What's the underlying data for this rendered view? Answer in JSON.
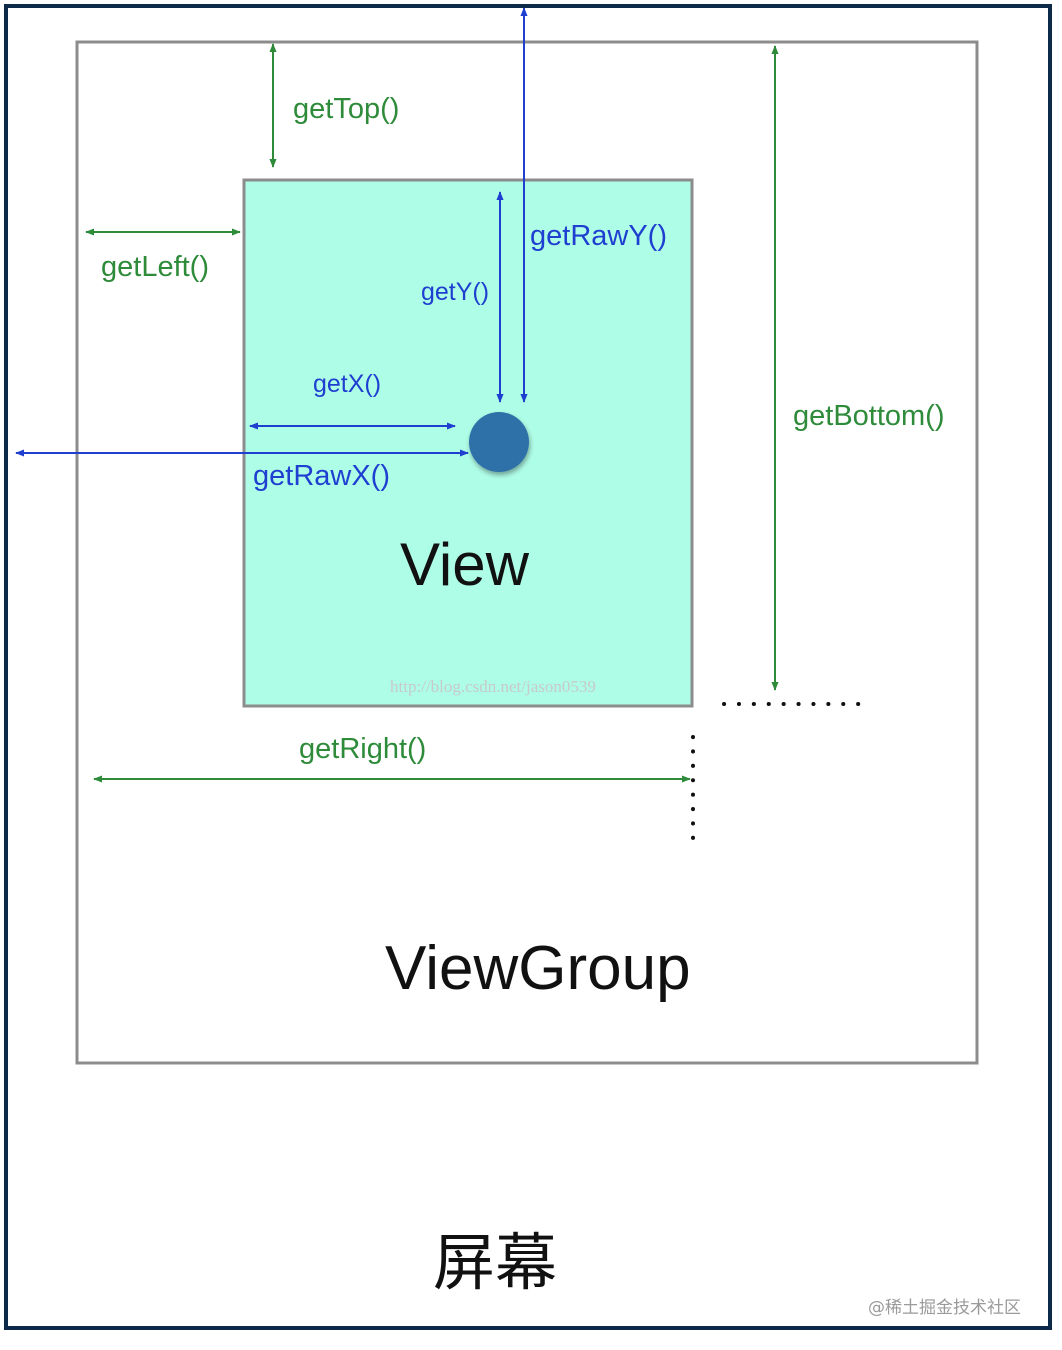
{
  "labels": {
    "get_top": "getTop()",
    "get_left": "getLeft()",
    "get_raw_y": "getRawY()",
    "get_y": "getY()",
    "get_x": "getX()",
    "get_raw_x": "getRawX()",
    "get_bottom": "getBottom()",
    "get_right": "getRight()"
  },
  "regions": {
    "view": "View",
    "view_group": "ViewGroup",
    "screen": "屏幕"
  },
  "watermark": "http://blog.csdn.net/jason0539",
  "footer_watermark": "@稀土掘金技术社区",
  "colors": {
    "green_arrows": "#2e8b3a",
    "blue_arrows": "#1f3fd1",
    "view_fill": "#aefde6",
    "touch_point": "#2f6fa8",
    "screen_border": "#0d2a4a",
    "viewgroup_border": "#8c8c8c"
  }
}
